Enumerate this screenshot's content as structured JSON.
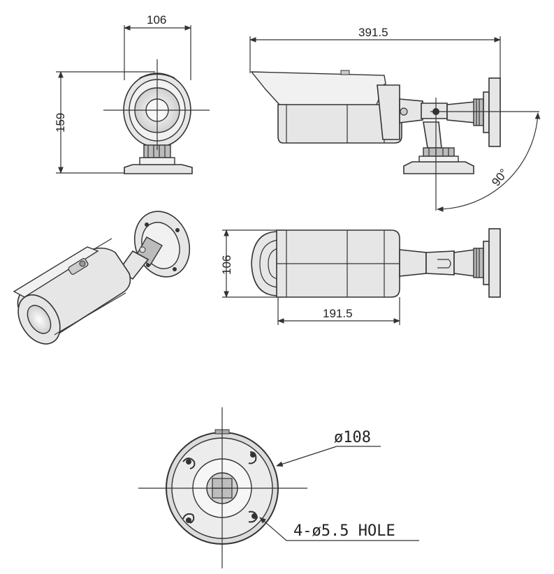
{
  "dimensions": {
    "front_width": "106",
    "front_height": "159",
    "overall_length": "391.5",
    "tilt_angle": "90°",
    "top_height": "106",
    "body_length": "191.5",
    "base_diameter": "ø108",
    "mount_holes": "4-ø5.5 HOLE"
  },
  "colors": {
    "line": "#333333",
    "body": "#e6e6e6",
    "background": "#ffffff"
  }
}
